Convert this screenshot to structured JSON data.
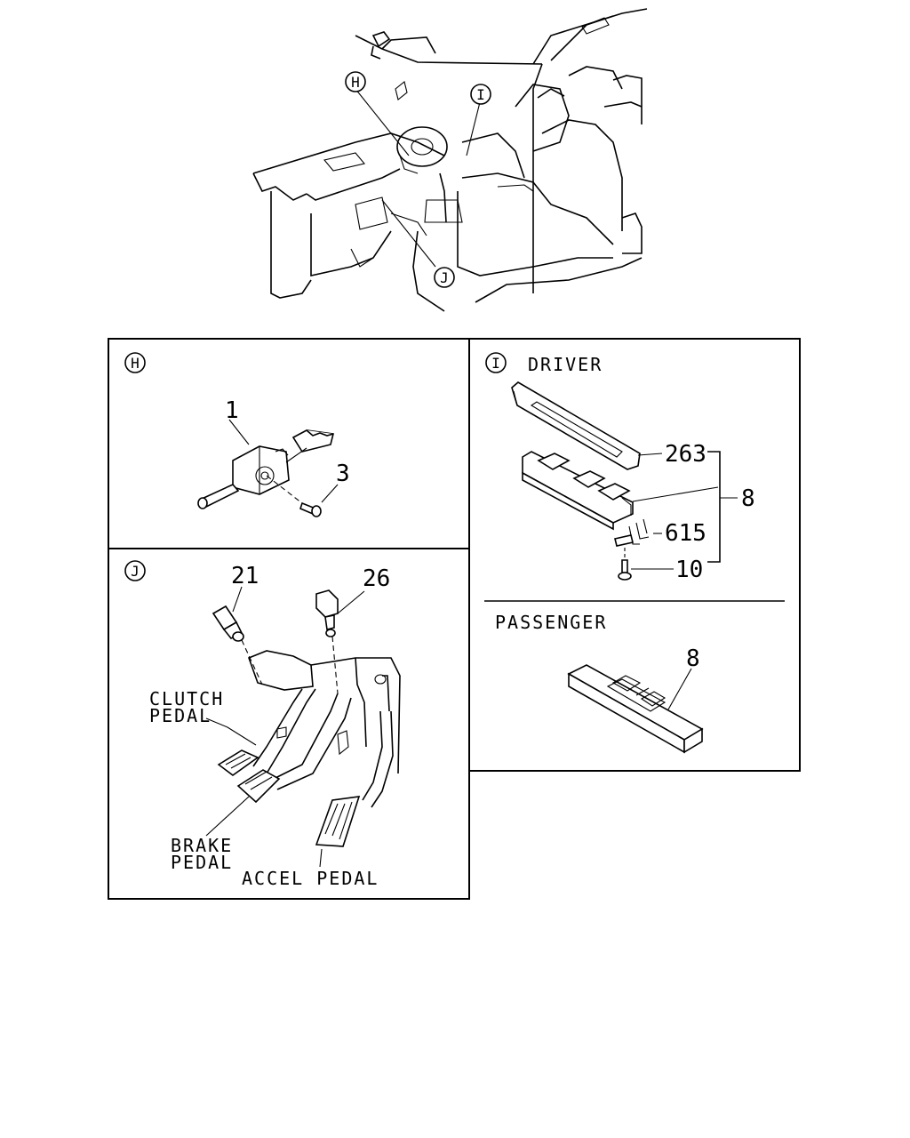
{
  "overview": {
    "callouts": [
      "H",
      "I",
      "J"
    ]
  },
  "panel_h": {
    "callout": "H",
    "parts": {
      "switch": "1",
      "screw": "3"
    }
  },
  "panel_i": {
    "callout": "I",
    "driver_label": "DRIVER",
    "parts": {
      "bezel": "263",
      "assembly": "8",
      "clip": "615",
      "screw": "10"
    },
    "passenger_label": "PASSENGER",
    "passenger_part": "8"
  },
  "panel_j": {
    "callout": "J",
    "parts": {
      "clutch_switch": "21",
      "brake_switch": "26"
    },
    "clutch_label": [
      "CLUTCH",
      "PEDAL"
    ],
    "brake_label": [
      "BRAKE",
      "PEDAL"
    ],
    "accel_label": "ACCEL PEDAL"
  }
}
